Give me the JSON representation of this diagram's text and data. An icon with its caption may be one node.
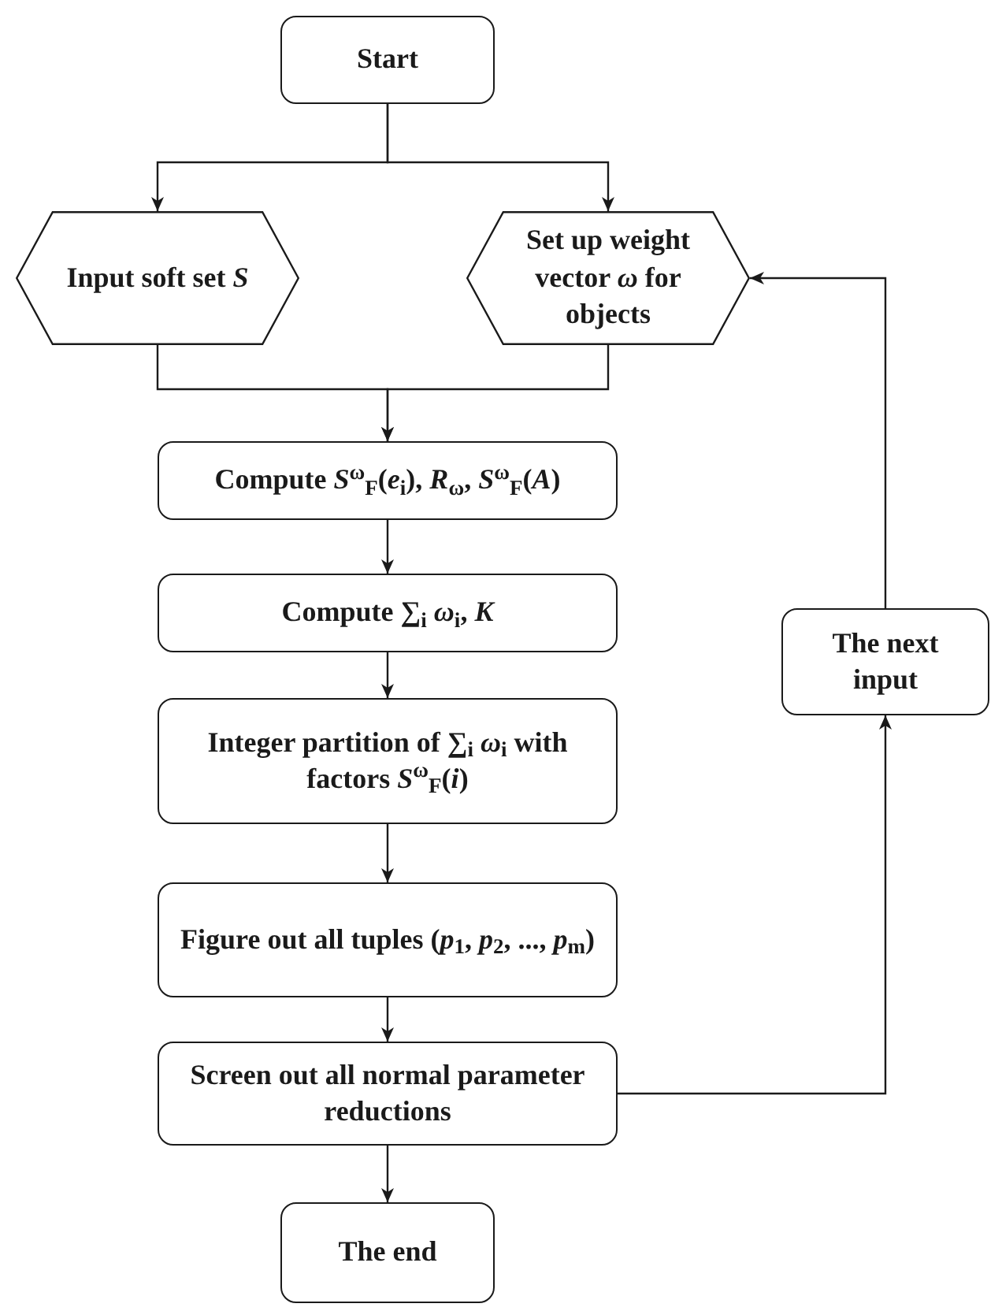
{
  "diagram": {
    "nodes": [
      {
        "text": [
          "Start"
        ]
      },
      {
        "text": [
          "Input soft set *S*"
        ]
      },
      {
        "text": [
          "Set up weight vector *ω* for objects"
        ]
      },
      {
        "text": [
          "Compute *S*$^{ω}$$_{F}$(*e*$_{i}$), *R*$_{ω}$, *S*$^{ω}$$_{F}$(*A*)"
        ]
      },
      {
        "text": [
          "Compute ∑$_{i}$ *ω*$_{i}$, *K*"
        ]
      },
      {
        "text": [
          "Integer partition of ∑$_{i}$ *ω*$_{i}$ with factors *S*$^{ω}$$_{F}$(*i*)"
        ]
      },
      {
        "text": [
          "Figure out all tuples (*p*$_{1}$, *p*$_{2}$, ..., *p*$_{m}$)"
        ]
      },
      {
        "text": [
          "Screen out all normal parameter reductions"
        ]
      },
      {
        "text": [
          "The end"
        ]
      },
      {
        "text": [
          "The next input"
        ]
      }
    ],
    "edges": [
      {
        "from": 0,
        "to": 1,
        "arrow": "to"
      },
      {
        "from": 0,
        "to": 2,
        "arrow": "to"
      },
      {
        "from": 1,
        "to": 3,
        "arrow": "to"
      },
      {
        "from": 2,
        "to": 3,
        "arrow": "to"
      },
      {
        "from": 3,
        "to": 4,
        "arrow": "to"
      },
      {
        "from": 4,
        "to": 5,
        "arrow": "to"
      },
      {
        "from": 5,
        "to": 6,
        "arrow": "to"
      },
      {
        "from": 6,
        "to": 7,
        "arrow": "to"
      },
      {
        "from": 7,
        "to": 8,
        "arrow": "to"
      },
      {
        "from": 7,
        "to": 9,
        "arrow": "to"
      },
      {
        "from": 9,
        "to": 2,
        "arrow": "to"
      }
    ]
  }
}
